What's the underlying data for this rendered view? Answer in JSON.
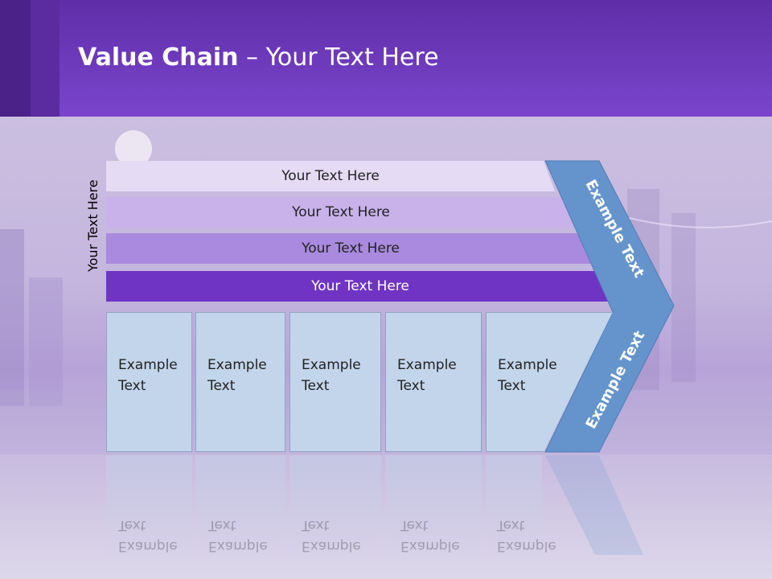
{
  "slide": {
    "title_bold": "Value Chain",
    "title_rest": " – Your Text Here",
    "side_label": "Your Text Here"
  },
  "bars": [
    {
      "label": "Your Text Here",
      "color": "#e5dbf5"
    },
    {
      "label": "Your Text Here",
      "color": "#c9b2ea"
    },
    {
      "label": "Your Text Here",
      "color": "#a98ade"
    },
    {
      "label": "Your Text Here",
      "color": "#7034c4"
    }
  ],
  "boxes": [
    {
      "line1": "Example",
      "line2": "Text"
    },
    {
      "line1": "Example",
      "line2": "Text"
    },
    {
      "line1": "Example",
      "line2": "Text"
    },
    {
      "line1": "Example",
      "line2": "Text"
    },
    {
      "line1": "Example",
      "line2": "Text"
    }
  ],
  "chevron": {
    "upper_label": "Example Text",
    "lower_label": "Example Text",
    "color": "#6594cc"
  }
}
